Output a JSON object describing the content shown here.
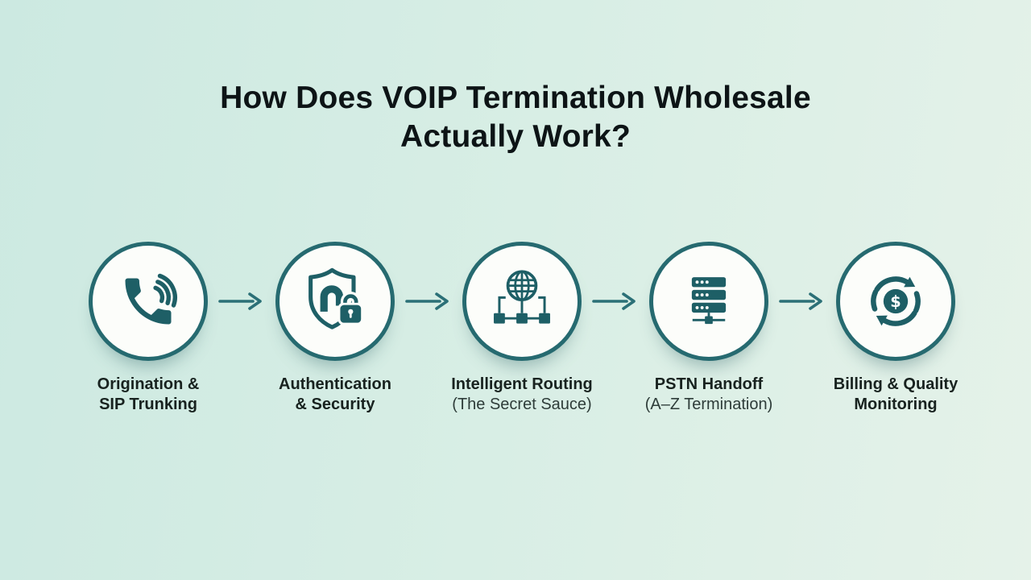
{
  "title": {
    "line1": "How Does VOIP Termination Wholesale",
    "line2": "Actually Work?"
  },
  "flow": {
    "dollar_symbol": "$",
    "arrow_icon": "flow-arrow-icon",
    "steps": [
      {
        "icon": "phone-signal-icon",
        "line1": "Origination &",
        "line2": "SIP Trunking"
      },
      {
        "icon": "shield-lock-icon",
        "line1": "Authentication",
        "line2": "& Security"
      },
      {
        "icon": "globe-network-icon",
        "line1": "Intelligent Routing",
        "line2": "(The Secret Sauce)"
      },
      {
        "icon": "server-stack-icon",
        "line1": "PSTN Handoff",
        "line2": "(A–Z Termination)"
      },
      {
        "icon": "billing-cycle-icon",
        "line1": "Billing & Quality",
        "line2": "Monitoring"
      }
    ]
  },
  "colors": {
    "bg_left": "#cce9e1",
    "bg_mid": "#d8eee5",
    "bg_right": "#e5f2e9",
    "teal": "#1e5f66",
    "ring": "#266a70",
    "arrow": "#2b7077",
    "circle_fill": "#fcfdfa",
    "title_text": "#0d1416",
    "label_text": "#18221f",
    "sublabel_text": "#2e3c39"
  }
}
